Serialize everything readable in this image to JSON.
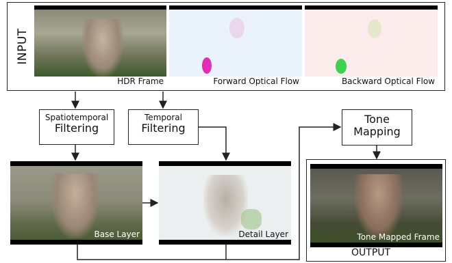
{
  "input": {
    "label": "INPUT",
    "frames": [
      {
        "caption": "HDR Frame"
      },
      {
        "caption": "Forward Optical Flow"
      },
      {
        "caption": "Backward Optical Flow"
      }
    ]
  },
  "steps": {
    "spatiotemporal": {
      "line1": "Spatiotemporal",
      "line2": "Filtering"
    },
    "temporal": {
      "line1": "Temporal",
      "line2": "Filtering"
    },
    "tone_mapping": {
      "line1": "Tone",
      "line2": "Mapping"
    }
  },
  "layers": {
    "base": "Base Layer",
    "detail": "Detail Layer"
  },
  "output": {
    "label": "OUTPUT",
    "caption": "Tone Mapped Frame"
  }
}
